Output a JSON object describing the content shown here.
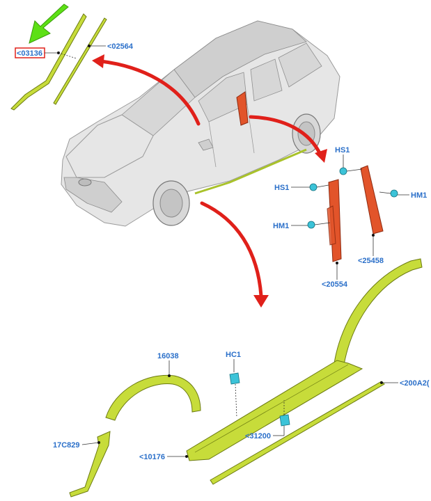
{
  "callouts": {
    "c03136": "<03136",
    "c02564": "<02564",
    "hs1_top": "HS1",
    "hs1_left": "HS1",
    "hm1_right": "HM1",
    "hm1_left": "HM1",
    "c25458": "<25458",
    "c20554": "<20554",
    "c16038": "16038",
    "hc1": "HC1",
    "c200a2": "<200A2(",
    "c17c829": "17C829",
    "c10176": "<10176",
    "c31200": "<31200"
  },
  "colors": {
    "highlight_box": "#e0201a",
    "pointer_arrow": "#5de015",
    "callout_text": "#2a6fc9",
    "part_green": "#c7dc3a",
    "part_orange": "#e2542a",
    "clip_cyan": "#3cc3d8",
    "flow_arrow": "#e0201a"
  }
}
